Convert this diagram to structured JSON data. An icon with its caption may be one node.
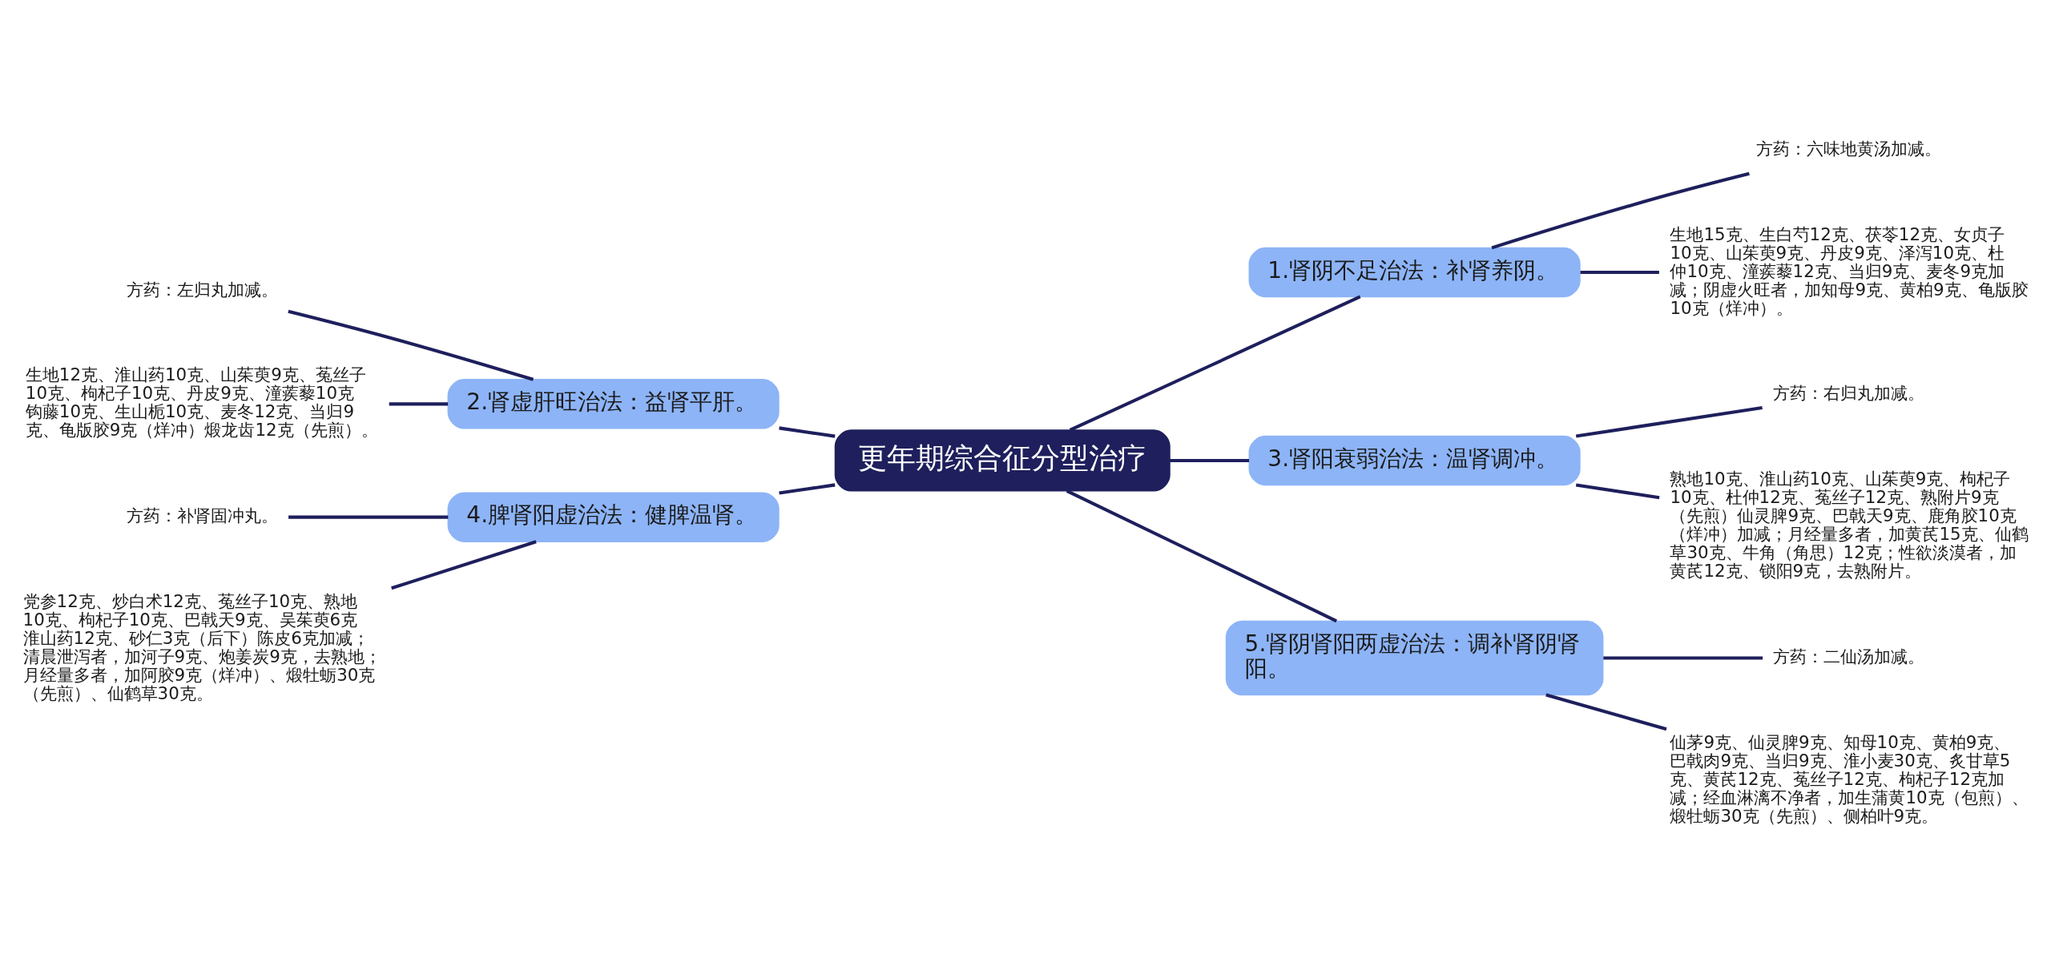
{
  "diagram": {
    "nodes": [
      {
        "text": [
          "更年期综合征分型治疗"
        ]
      },
      {
        "text": [
          "1.肾阴不足治法：补肾养阴。"
        ]
      },
      {
        "text": [
          "方药：六味地黄汤加减。"
        ]
      },
      {
        "text": [
          "生地15克、生白芍12克、茯苓12克、女贞子10克、山茱萸9克、丹皮9克、泽泻10克、杜仲10克、潼蒺藜12克、当归9克、麦冬9克加减；阴虚火旺者，加知母9克、黄柏9克、龟版胶10克（烊冲）。"
        ]
      },
      {
        "text": [
          "2.肾虚肝旺治法：益肾平肝。"
        ]
      },
      {
        "text": [
          "方药：左归丸加减。"
        ]
      },
      {
        "text": [
          "生地12克、淮山药10克、山茱萸9克、菟丝子10克、枸杞子10克、丹皮9克、潼蒺藜10克钩藤10克、生山栀10克、麦冬12克、当归9克、龟版胶9克（烊冲）煅龙齿12克（先煎）。"
        ]
      },
      {
        "text": [
          "3.肾阳衰弱治法：温肾调冲。"
        ]
      },
      {
        "text": [
          "方药：右归丸加减。"
        ]
      },
      {
        "text": [
          "熟地10克、淮山药10克、山茱萸9克、枸杞子10克、杜仲12克、菟丝子12克、熟附片9克（先煎）仙灵脾9克、巴戟天9克、鹿角胶10克（烊冲）加减；月经量多者，加黄芪15克、仙鹤草30克、牛角（角思）12克；性欲淡漠者，加黄芪12克、锁阳9克，去熟附片。"
        ]
      },
      {
        "text": [
          "4.脾肾阳虚治法：健脾温肾。"
        ]
      },
      {
        "text": [
          "方药：补肾固冲丸。"
        ]
      },
      {
        "text": [
          "党参12克、炒白术12克、菟丝子10克、熟地10克、枸杞子10克、巴戟天9克、吴茱萸6克淮山药12克、砂仁3克（后下）陈皮6克加减；清晨泄泻者，加河子9克、炮姜炭9克，去熟地；月经量多者，加阿胶9克（烊冲）、煅牡蛎30克（先煎）、仙鹤草30克。"
        ]
      },
      {
        "text": [
          "5.肾阴肾阳两虚治法：调补肾阴肾阳。"
        ]
      },
      {
        "text": [
          "方药：二仙汤加减。"
        ]
      },
      {
        "text": [
          "仙茅9克、仙灵脾9克、知母10克、黄柏9克、巴戟肉9克、当归9克、淮小麦30克、炙甘草5克、黄芪12克、菟丝子12克、枸杞子12克加减；经血淋漓不净者，加生蒲黄10克（包煎）、煅牡蛎30克（先煎）、侧柏叶9克。"
        ]
      }
    ],
    "edges": [
      {
        "from": 0,
        "to": 1,
        "arrow": "none"
      },
      {
        "from": 1,
        "to": 2,
        "arrow": "none"
      },
      {
        "from": 1,
        "to": 3,
        "arrow": "none"
      },
      {
        "from": 0,
        "to": 4,
        "arrow": "none"
      },
      {
        "from": 4,
        "to": 5,
        "arrow": "none"
      },
      {
        "from": 4,
        "to": 6,
        "arrow": "none"
      },
      {
        "from": 0,
        "to": 7,
        "arrow": "none"
      },
      {
        "from": 7,
        "to": 8,
        "arrow": "none"
      },
      {
        "from": 7,
        "to": 9,
        "arrow": "none"
      },
      {
        "from": 0,
        "to": 10,
        "arrow": "none"
      },
      {
        "from": 10,
        "to": 11,
        "arrow": "none"
      },
      {
        "from": 10,
        "to": 12,
        "arrow": "none"
      },
      {
        "from": 0,
        "to": 13,
        "arrow": "none"
      },
      {
        "from": 13,
        "to": 14,
        "arrow": "none"
      },
      {
        "from": 13,
        "to": 15,
        "arrow": "none"
      }
    ]
  }
}
